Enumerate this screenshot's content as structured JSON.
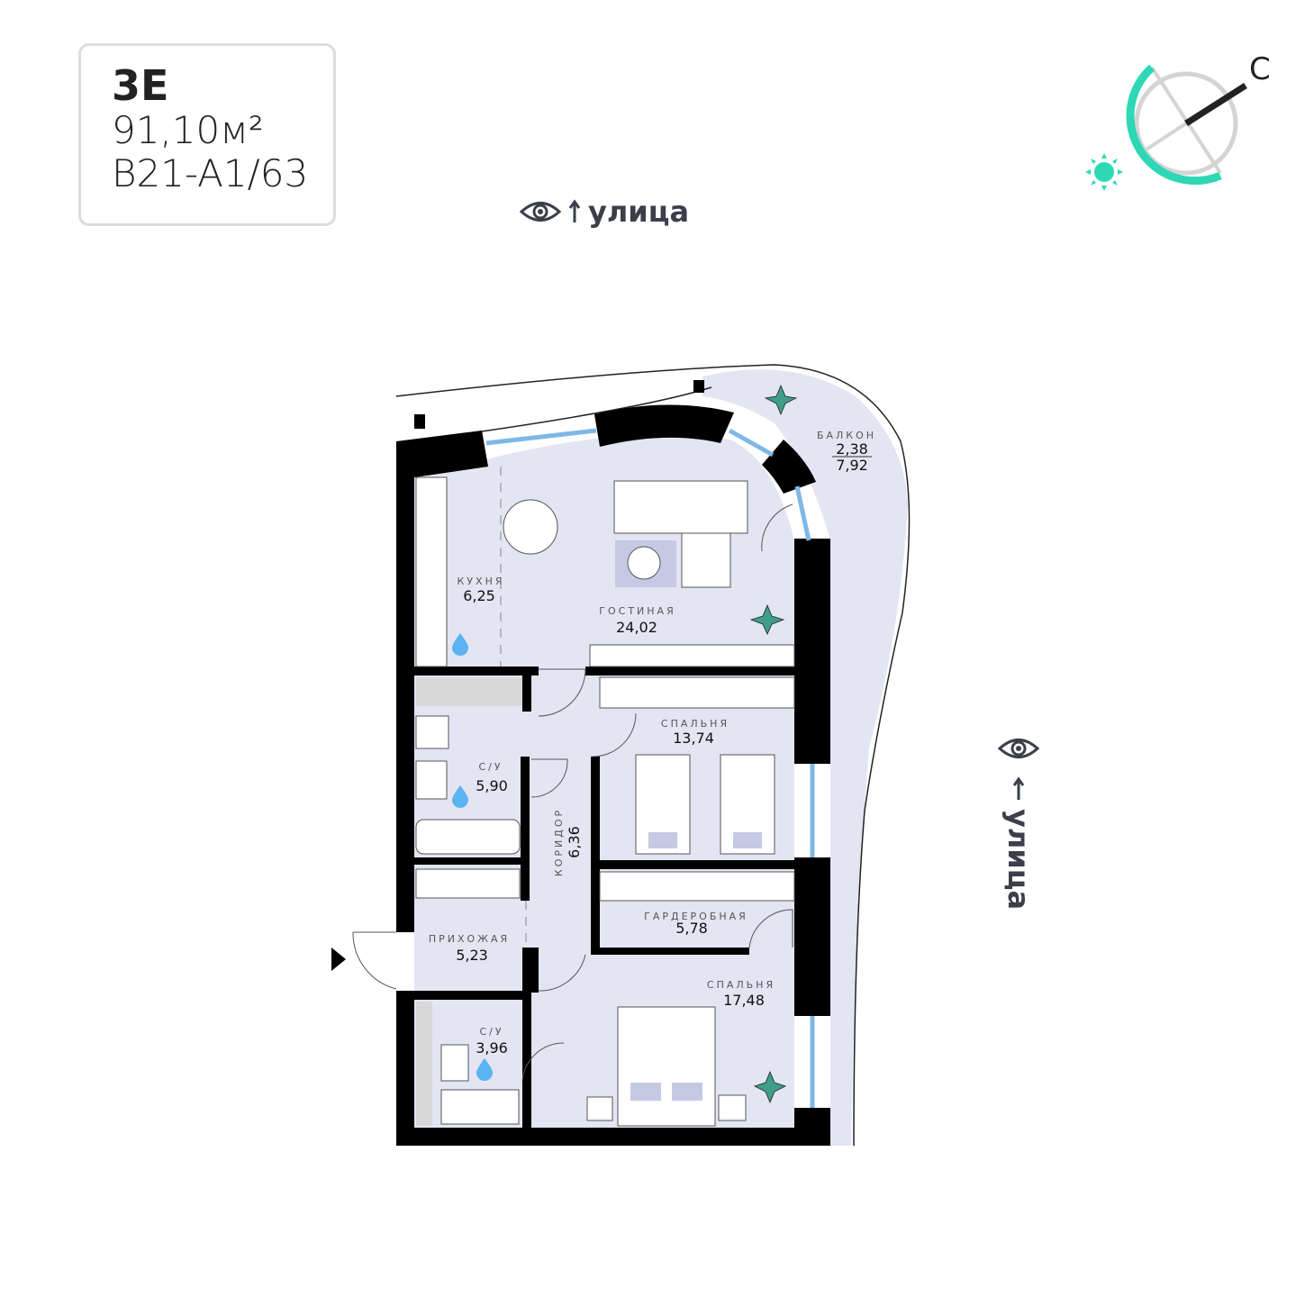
{
  "apartment": {
    "type_code": "3E",
    "area": "91,10м²",
    "number": "B21-A1/63"
  },
  "views": {
    "top_label": "улица",
    "right_label": "улица"
  },
  "compass": {
    "north_label": "С",
    "accent_color": "#2ed8b6"
  },
  "rooms": {
    "kitchen": {
      "name": "КУХНЯ",
      "area": "6,25"
    },
    "living": {
      "name": "ГОСТИНАЯ",
      "area": "24,02"
    },
    "balcony": {
      "name": "БАЛКОН",
      "area": "2,38",
      "area_total": "7,92"
    },
    "bedroom1": {
      "name": "СПАЛЬНЯ",
      "area": "13,74"
    },
    "bath1": {
      "name": "С/У",
      "area": "5,90"
    },
    "corridor": {
      "name": "КОРИДОР",
      "area": "6,36"
    },
    "wardrobe": {
      "name": "ГАРДЕРОБНАЯ",
      "area": "5,78"
    },
    "hall": {
      "name": "ПРИХОЖАЯ",
      "area": "5,23"
    },
    "bedroom2": {
      "name": "СПАЛЬНЯ",
      "area": "17,48"
    },
    "bath2": {
      "name": "С/У",
      "area": "3,96"
    }
  },
  "colors": {
    "floor": "#e3e5f2",
    "wall": "#000000",
    "window": "#7fb8e6",
    "plant": "#3f9e8a",
    "water": "#5bb4f0"
  }
}
